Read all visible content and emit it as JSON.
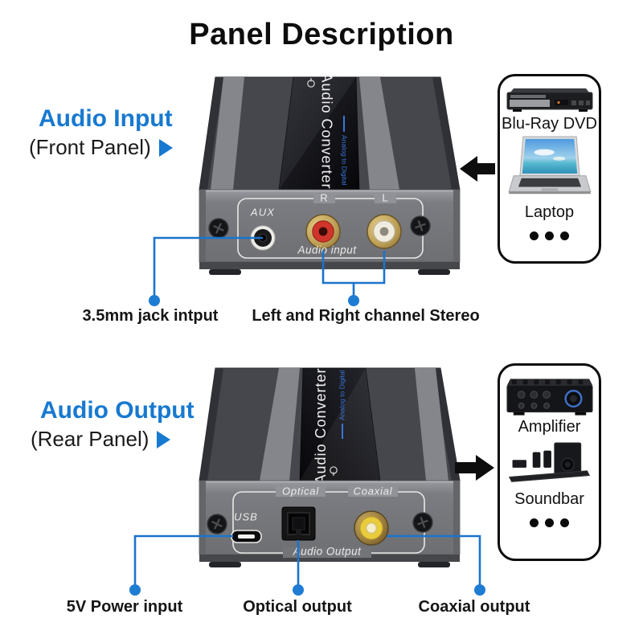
{
  "title": "Panel Description",
  "colors": {
    "accent_blue": "#1779d0",
    "callout_line_blue": "#1a74cc",
    "display_text_blue": "#3a76d8",
    "rca_red": "#cf352b",
    "coaxial_yellow": "#e9cb3e"
  },
  "front": {
    "heading": "Audio Input",
    "subheading": "(Front Panel)",
    "device": {
      "display_title": "Audio Converter",
      "display_subtitle": "Analog to Digital",
      "aux_label": "AUX",
      "right_label": "R",
      "left_label": "L",
      "panel_text": "Audio input"
    },
    "sources": {
      "item1": "Blu-Ray DVD",
      "item2": "Laptop"
    },
    "callout1": "3.5mm jack intput",
    "callout2": "Left and Right channel Stereo"
  },
  "rear": {
    "heading": "Audio Output",
    "subheading": "(Rear Panel)",
    "device": {
      "display_title": "Audio Converter",
      "display_subtitle": "Analog to Digital",
      "usb_label": "USB",
      "optical_label": "Optical",
      "coaxial_label": "Coaxial",
      "panel_text": "Audio Output"
    },
    "sinks": {
      "item1": "Amplifier",
      "item2": "Soundbar"
    },
    "callout1": "5V Power input",
    "callout2": "Optical output",
    "callout3": "Coaxial output"
  }
}
